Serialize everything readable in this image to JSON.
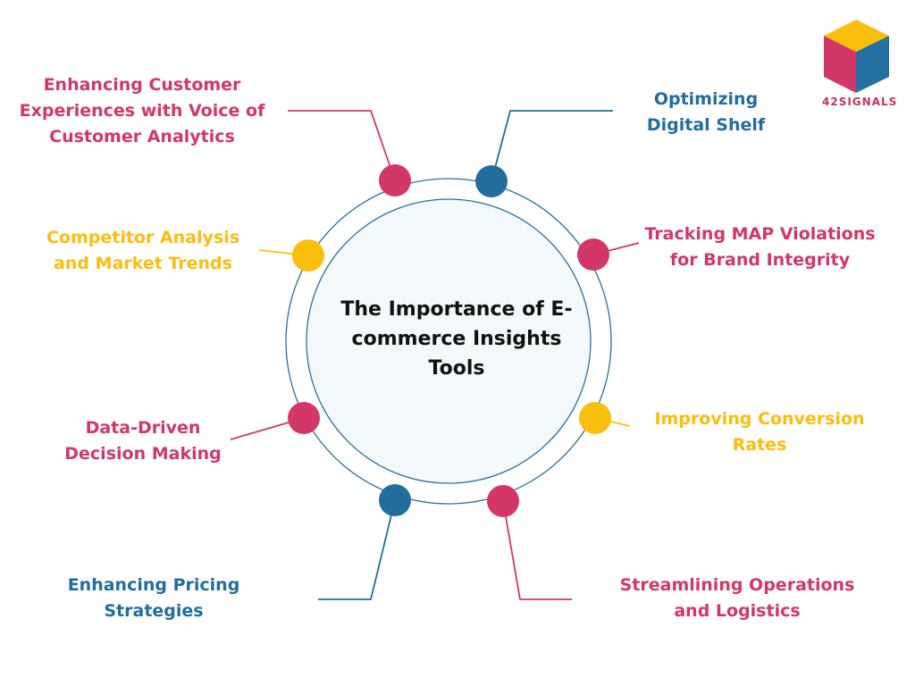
{
  "colors": {
    "pink": "#d23768",
    "blue": "#1f6e9e",
    "yellow": "#fbbe0d",
    "ring": "#2b6f9b",
    "center_fill": "#f3f8fb"
  },
  "center": {
    "title": "The Importance of E-commerce Insights Tools"
  },
  "labels": {
    "voice_of_customer": "Enhancing Customer Experiences with Voice of Customer Analytics",
    "digital_shelf": "Optimizing Digital Shelf",
    "competitor": "Competitor Analysis and Market Trends",
    "map_violations": "Tracking MAP Violations for Brand Integrity",
    "conversion": "Improving Conversion Rates",
    "data_driven": "Data-Driven Decision Making",
    "pricing": "Enhancing Pricing Strategies",
    "operations": "Streamlining Operations and Logistics"
  },
  "logo": {
    "text": "42SIGNALS"
  }
}
